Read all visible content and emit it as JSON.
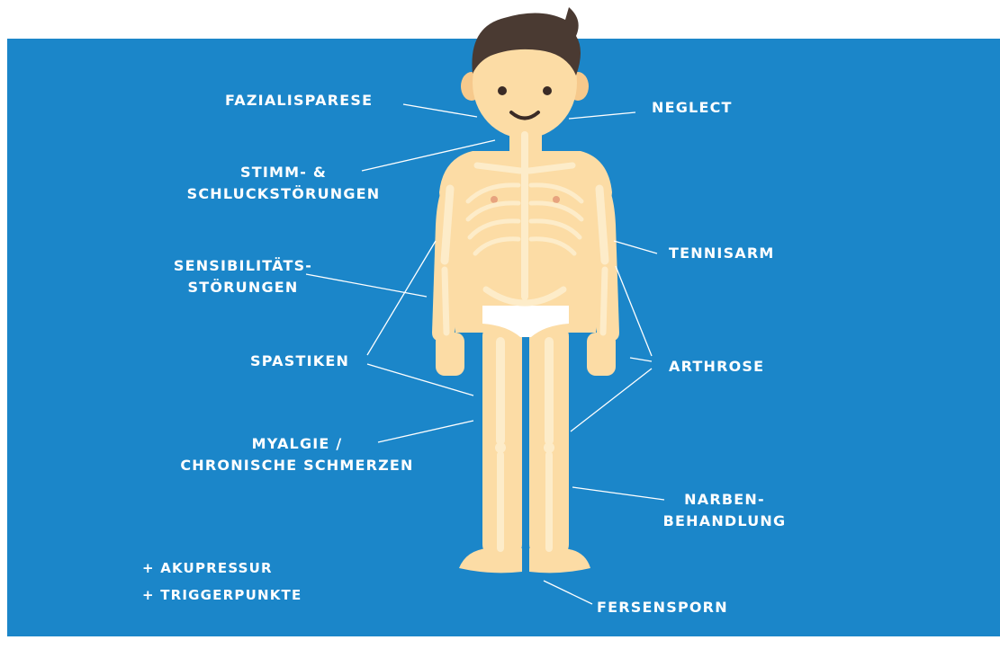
{
  "colors": {
    "background": "#1b86c9",
    "skin": "#fcdca5",
    "bone": "#fdecc9",
    "hair": "#4a3a32",
    "line": "#ffffff",
    "text": "#ffffff"
  },
  "labels": {
    "fazialisparese": "FAZIALISPARESE",
    "neglect": "NEGLECT",
    "stimm_line1": "STIMM- &",
    "stimm_line2": "SCHLUCKSTÖRUNGEN",
    "tennisarm": "TENNISARM",
    "sensib_line1": "SENSIBILITÄTS-",
    "sensib_line2": "STÖRUNGEN",
    "spastiken": "SPASTIKEN",
    "arthrose": "ARTHROSE",
    "myalgie_line1": "MYALGIE /",
    "myalgie_line2": "CHRONISCHE SCHMERZEN",
    "narben_line1": "NARBEN-",
    "narben_line2": "BEHANDLUNG",
    "fersensporn": "FERSENSPORN"
  },
  "extras": {
    "akupressur": "+ AKUPRESSUR",
    "triggerpunkte": "+ TRIGGERPUNKTE"
  }
}
